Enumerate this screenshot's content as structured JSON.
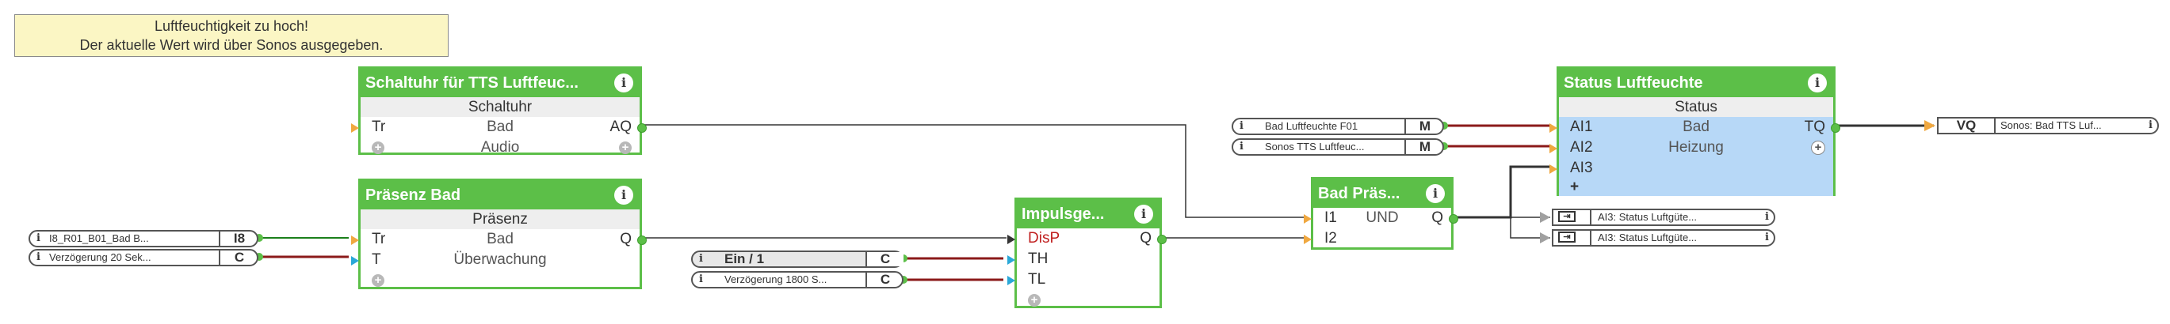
{
  "note": {
    "line1": "Luftfeuchtigkeit zu hoch!",
    "line2": "Der aktuelle Wert wird über Sonos ausgegeben."
  },
  "icons": {
    "info": "info-icon",
    "plus": "plus-icon"
  },
  "colors": {
    "block_header": "#5cbf48",
    "note_bg": "#fbf6c4",
    "selected_pins": "#b7d8f7",
    "wire_active": "#8b1a1a"
  },
  "blocks": {
    "schaltuhr": {
      "title": "Schaltuhr für TTS Luftfeuc...",
      "subtitle": "Schaltuhr",
      "row1_left": "Tr",
      "row1_center": "Bad",
      "row1_right": "AQ",
      "row2_center": "Audio"
    },
    "praesenz": {
      "title": "Präsenz Bad",
      "subtitle": "Präsenz",
      "row1_left": "Tr",
      "row1_center": "Bad",
      "row1_right": "Q",
      "row2_left": "T",
      "row2_center": "Überwachung"
    },
    "impuls": {
      "title": "Impulsge...",
      "row1_left": "DisP",
      "row1_right": "Q",
      "row2_left": "TH",
      "row3_left": "TL"
    },
    "und": {
      "title": "Bad Präs...",
      "row1_left": "I1",
      "row1_center": "UND",
      "row1_right": "Q",
      "row2_left": "I2"
    },
    "status": {
      "title": "Status Luftfeuchte",
      "subtitle": "Status",
      "row1_left": "AI1",
      "row1_center": "Bad",
      "row1_right": "TQ",
      "row2_left": "AI2",
      "row2_center": "Heizung",
      "row3_left": "AI3"
    }
  },
  "inputs": {
    "i8_name": "I8_R01_B01_Bad B...",
    "i8_tag": "I8",
    "verz20_name": "Verzögerung 20 Sek...",
    "verz20_tag": "C",
    "ein_name": "Ein / 1",
    "ein_tag": "C",
    "verz1800_name": "Verzögerung 1800 S...",
    "verz1800_tag": "C",
    "feuchte_name": "Bad Luftfeuchte F01",
    "feuchte_tag": "M",
    "sonos_tts_name": "Sonos TTS Luftfeuc...",
    "sonos_tts_tag": "M"
  },
  "outputs": {
    "vq_label": "VQ",
    "vq_name": "Sonos: Bad TTS Luf..."
  },
  "aux": {
    "ai3_1": "AI3: Status Luftgüte...",
    "ai3_2": "AI3: Status Luftgüte..."
  }
}
